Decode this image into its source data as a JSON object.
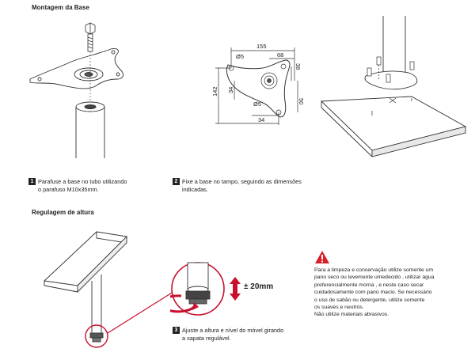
{
  "sections": {
    "montagem_title": "Montagem da Base",
    "regulagem_title": "Regulagem de altura"
  },
  "steps": [
    {
      "num": "1",
      "line1": "Parafuse a base no tubo utilizando",
      "line2": "o parafuso M10x35mm."
    },
    {
      "num": "2",
      "line1": "Fixe a base no tampo, seguindo as dimensões",
      "line2": "indicadas."
    },
    {
      "num": "3",
      "line1": "Ajuste a altura e nível do móvel girando",
      "line2": "a sapata regulável."
    }
  ],
  "dimensions": {
    "d155": "155",
    "d68": "68",
    "d38": "38",
    "d142": "142",
    "d34a": "34",
    "d50": "50",
    "d34b": "34",
    "phi5a": "Ø5",
    "phi5b": "Ø5"
  },
  "adjust_label": "± 20mm",
  "warning": {
    "lines": [
      "Para a limpeza e conservação utilize  somente um",
      "pano seco ou levemente umedecido , utilizar água",
      "preferencialmente morna , e neste caso secar",
      "cuidadosamente com pano  macio. Se  necessário",
      "o  uso de sabão ou detergente, utilize somente",
      "os suaves e neutros.",
      "Não utilize materiais abrasivos."
    ],
    "icon_color": "#d6202a"
  },
  "colors": {
    "accent": "#c8102e",
    "line": "#333333"
  }
}
